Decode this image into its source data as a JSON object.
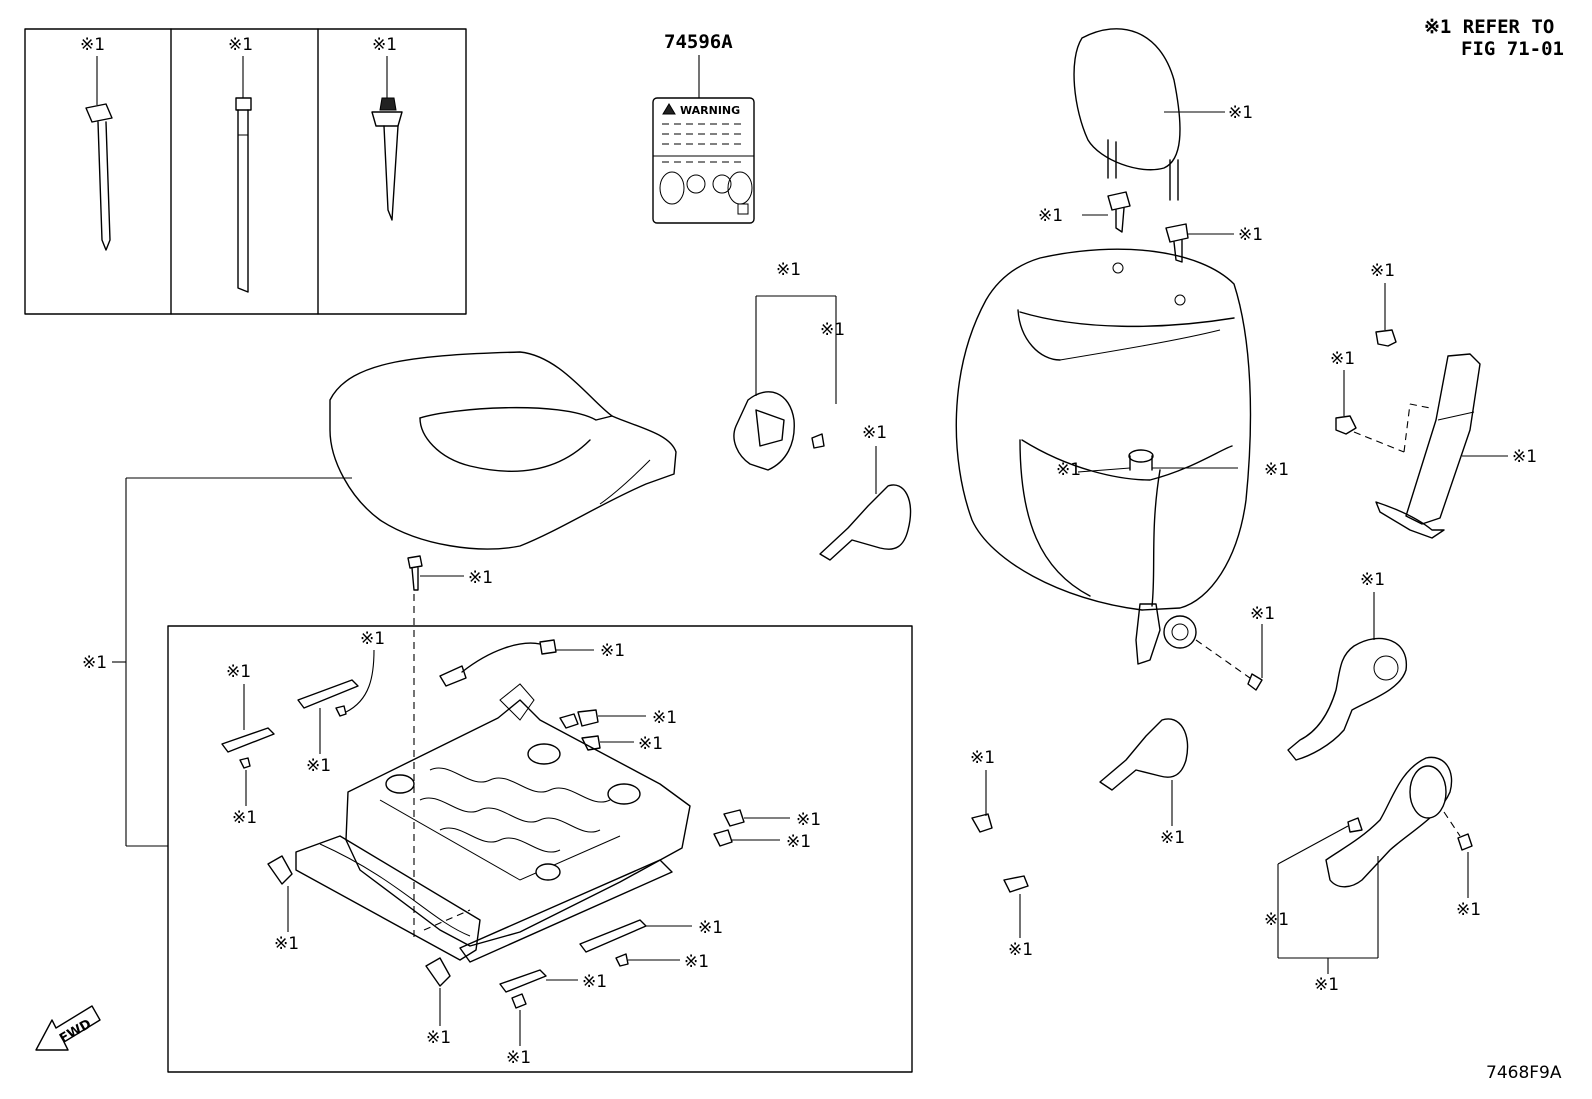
{
  "note": {
    "line1": "※1 REFER TO",
    "line2": "FIG 71-01"
  },
  "part_number": "74596A",
  "warning_label_text": "WARNING",
  "ref_mark": "※1",
  "fwd_label": "FWD",
  "figure_code": "7468F9A"
}
